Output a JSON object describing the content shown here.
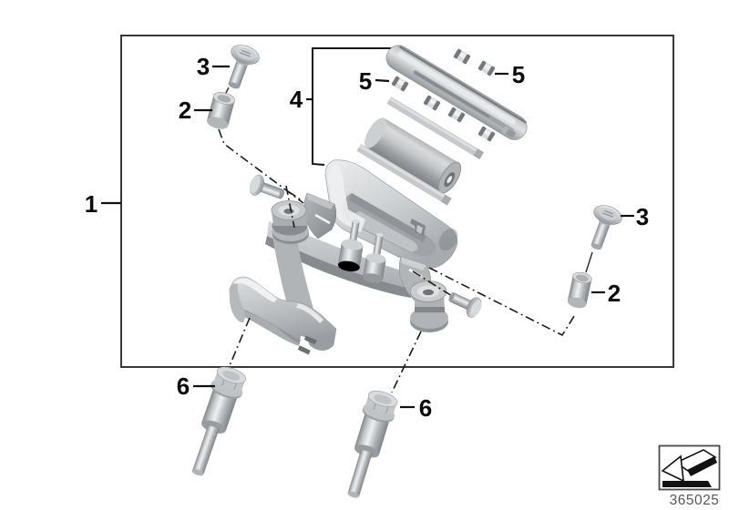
{
  "diagram": {
    "callouts": {
      "c1": "1",
      "c2a": "2",
      "c2b": "2",
      "c3a": "3",
      "c3b": "3",
      "c4": "4",
      "c5a": "5",
      "c5b": "5",
      "c6a": "6",
      "c6b": "6"
    },
    "part_code": "365025"
  },
  "icons": {
    "nav_thumbnail": "back-arrow-icon"
  },
  "colors": {
    "background": "#ffffff",
    "frame": "#383838",
    "callout_text": "#0a0a0a",
    "leader_line": "#101010",
    "metal_light": "#eef0f1",
    "metal_mid": "#c3c6c9",
    "metal_dark": "#83878b",
    "part_code_text": "#565656"
  }
}
